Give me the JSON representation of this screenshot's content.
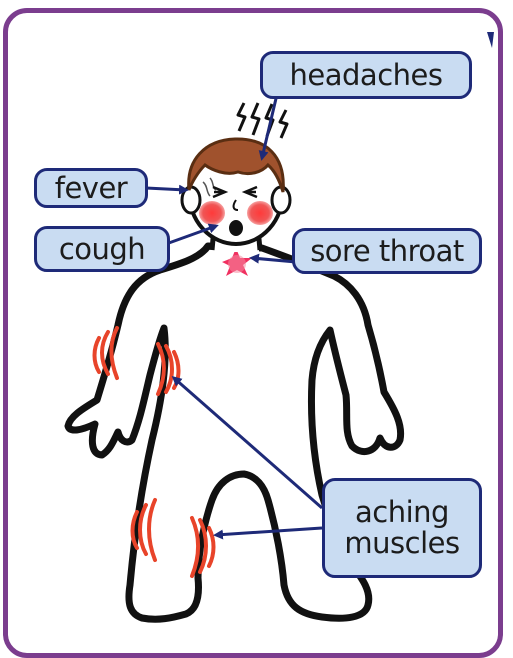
{
  "labels": {
    "headaches": "headaches",
    "fever": "fever",
    "cough": "cough",
    "sore_throat": "sore throat",
    "aching_muscles_line1": "aching",
    "aching_muscles_line2": "muscles"
  },
  "colors": {
    "frame": "#7b3d8e",
    "label_fill": "#c9dcf2",
    "label_border": "#1e2a78",
    "arrow": "#1e2a78",
    "ache_marks": "#e8442a",
    "cheeks": "#f04545",
    "hair": "#a0522d"
  }
}
